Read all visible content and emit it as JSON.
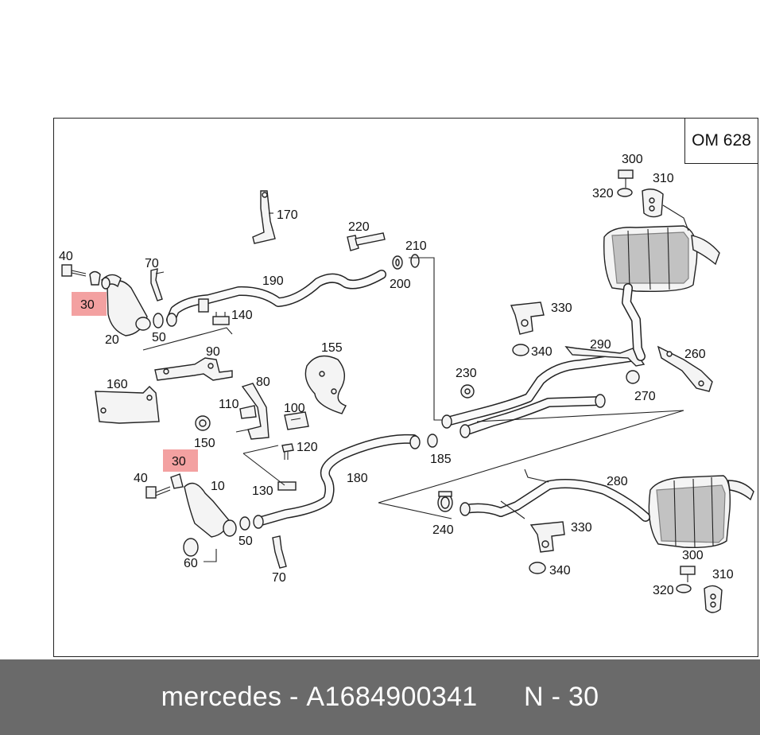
{
  "engine_code": "OM 628",
  "footer": {
    "brand": "mercedes",
    "separator": " - ",
    "part_number": "A1684900341",
    "position_label": "N - 30"
  },
  "highlight_color": "#f08a8a",
  "callouts": {
    "c10": "10",
    "c20": "20",
    "c30a": "30",
    "c30b": "30",
    "c40a": "40",
    "c40b": "40",
    "c50a": "50",
    "c50b": "50",
    "c60": "60",
    "c70a": "70",
    "c70b": "70",
    "c80": "80",
    "c90": "90",
    "c100": "100",
    "c110": "110",
    "c120": "120",
    "c130": "130",
    "c140": "140",
    "c150": "150",
    "c155": "155",
    "c160": "160",
    "c170": "170",
    "c180": "180",
    "c185": "185",
    "c190": "190",
    "c200": "200",
    "c210": "210",
    "c220": "220",
    "c230": "230",
    "c240": "240",
    "c260": "260",
    "c270": "270",
    "c280": "280",
    "c290": "290",
    "c300a": "300",
    "c300b": "300",
    "c310a": "310",
    "c310b": "310",
    "c320a": "320",
    "c320b": "320",
    "c330a": "330",
    "c330b": "330",
    "c340a": "340",
    "c340b": "340"
  }
}
